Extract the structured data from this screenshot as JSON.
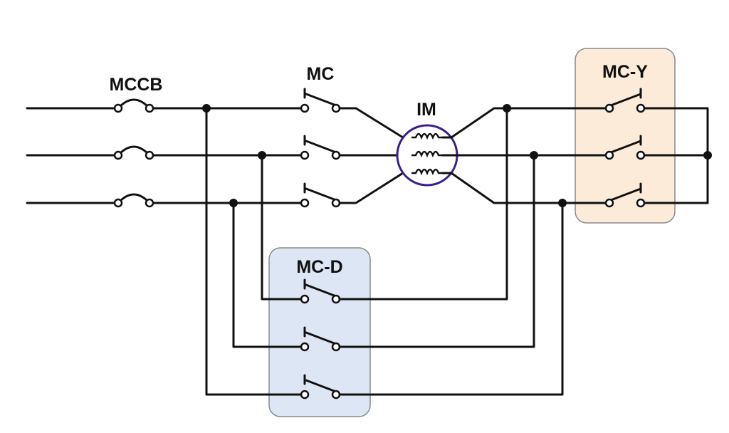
{
  "diagram": {
    "labels": {
      "mccb": "MCCB",
      "mc": "MC",
      "im": "IM",
      "mc_y": "MC-Y",
      "mc_d": "MC-D"
    },
    "colors": {
      "wire": "#111111",
      "motor_ring": "#3b1f8f",
      "mc_y_box_fill": "#fcebd9",
      "mc_d_box_fill": "#dde6f5",
      "box_stroke": "#8a8a8a"
    }
  }
}
